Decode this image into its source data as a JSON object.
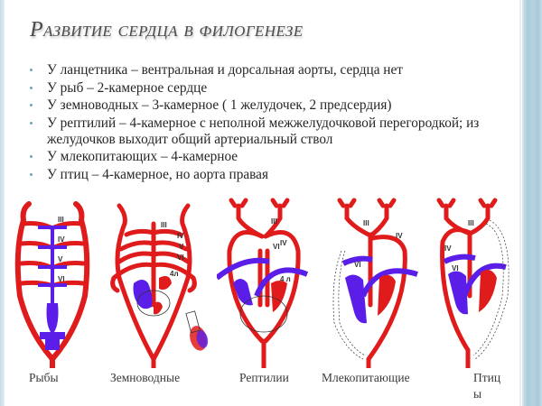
{
  "slide": {
    "title": "Развитие сердца в филогенезе",
    "bullets": [
      {
        "text": "У ланцетника – вентральная и дорсальная аорты, сердца нет"
      },
      {
        "text": "У рыб – 2-камерное сердце"
      },
      {
        "text": "У земноводных – 3-камерное ( 1 желудочек, 2 предсердия)"
      },
      {
        "text": "У рептилий – 4-камерное с неполной межжелудочковой перегородкой; из желудочков выходит общий артериальный ствол"
      },
      {
        "text": "У млекопитающих – 4-камерное"
      },
      {
        "text": "У птиц – 4-камерное, но аорта правая"
      }
    ],
    "figure": {
      "colors": {
        "arterial": "#e01b1b",
        "venous": "#5a1ee8",
        "outline": "#333333"
      },
      "diagrams": [
        {
          "caption": "Рыбы",
          "labels": [
            "III",
            "IV",
            "V",
            "VI"
          ]
        },
        {
          "caption": "Земноводные",
          "labels": [
            "III",
            "IV",
            "V",
            "VI",
            "4л"
          ]
        },
        {
          "caption": "Рептилии",
          "labels": [
            "III",
            "IV",
            "VI",
            "4 л"
          ]
        },
        {
          "caption": "Млекопитающие",
          "labels": [
            "III",
            "IV",
            "VI"
          ]
        },
        {
          "caption": "Птицы",
          "caption_line1": "Птиц",
          "caption_line2": "ы",
          "labels": [
            "III",
            "IV",
            "VI"
          ]
        }
      ]
    }
  }
}
